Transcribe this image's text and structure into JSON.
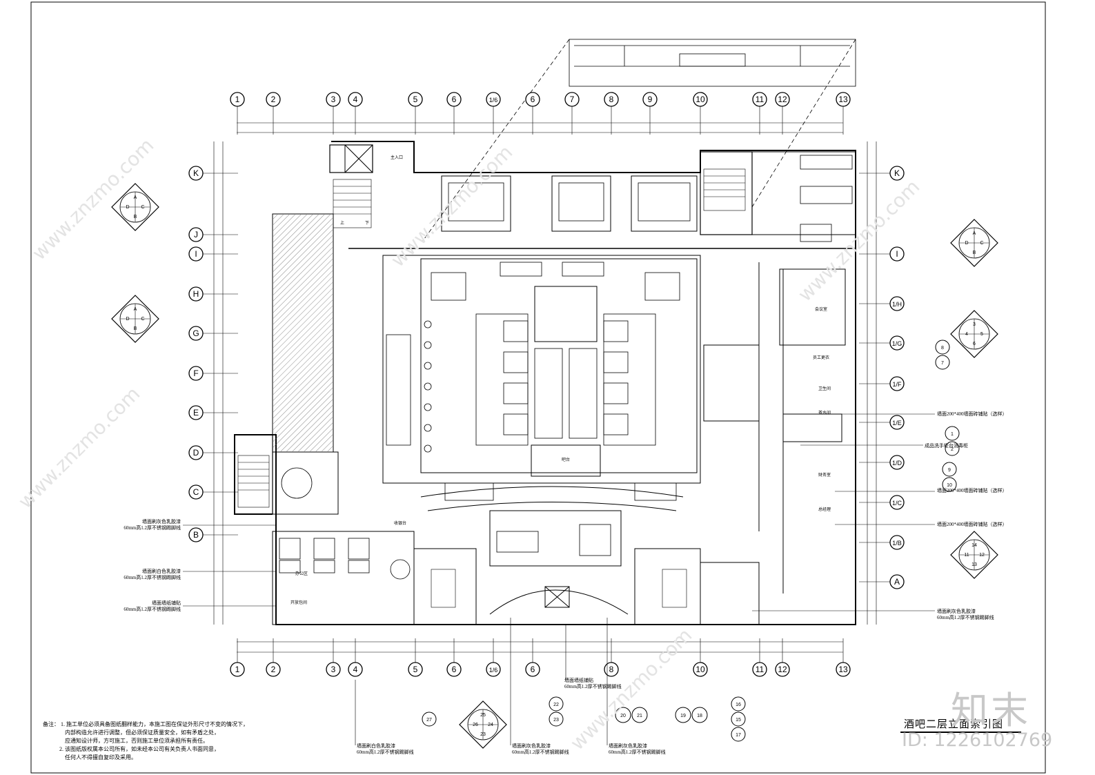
{
  "drawing": {
    "title": "酒吧二层立面索引图",
    "grid_columns": [
      "1",
      "2",
      "3",
      "4",
      "5",
      "6",
      "1/6",
      "6",
      "7",
      "8",
      "9",
      "10",
      "11",
      "12",
      "13"
    ],
    "grid_columns_bottom": [
      "1",
      "2",
      "3",
      "4",
      "5",
      "6",
      "1/6",
      "6",
      "8",
      "10",
      "11",
      "12",
      "13"
    ],
    "grid_rows_left": [
      "K",
      "J",
      "I",
      "H",
      "G",
      "F",
      "E",
      "D",
      "C",
      "B"
    ],
    "grid_rows_right": [
      "K",
      "I",
      "1/H",
      "1/G",
      "1/F",
      "1/E",
      "1/D",
      "1/C",
      "1/B",
      "A"
    ],
    "elevation_markers": {
      "left_top": [
        "A",
        "D",
        "C",
        "B"
      ],
      "left_mid": [
        "A",
        "D",
        "C",
        "B"
      ],
      "right_top": [
        "A",
        "D",
        "C",
        "B"
      ],
      "right_mid": [
        "3",
        "4",
        "5",
        "6"
      ],
      "right_small_1": [
        "8",
        "7"
      ],
      "right_pair": [
        "1",
        "2"
      ],
      "right_10": [
        "9",
        "10"
      ],
      "right_bottom": [
        "14",
        "11",
        "12",
        "13"
      ],
      "bottom_27": [
        "27"
      ],
      "bottom_group_a": [
        "25",
        "26",
        "24",
        "23"
      ],
      "bottom_group_b": [
        "22",
        "23"
      ],
      "bottom_group_c": [
        "20",
        "21"
      ],
      "bottom_group_d": [
        "19",
        "18"
      ],
      "bottom_group_e": [
        "16",
        "15",
        "17"
      ]
    },
    "callouts_left": [
      {
        "line1": "墙面刷灰色乳胶漆",
        "line2": "60mm高1.2厚不锈钢踢脚线"
      },
      {
        "line1": "墙面刷白色乳胶漆",
        "line2": "60mm高1.2厚不锈钢踢脚线"
      },
      {
        "line1": "墙面墙纸铺贴",
        "line2": "60mm高1.2厚不锈钢踢脚线"
      }
    ],
    "callouts_right": [
      {
        "line1": "墙面200*400墙面砖铺贴（选样）"
      },
      {
        "line1": "成品洗手柜台消毒柜"
      },
      {
        "line1": "墙面200*400墙面砖铺贴（选样）"
      },
      {
        "line1": "墙面200*400墙面砖铺贴（选样）"
      },
      {
        "line1": "墙面刷灰色乳胶漆",
        "line2": "60mm高1.2厚不锈钢踢脚线"
      }
    ],
    "callouts_bottom": [
      {
        "line1": "墙面刷白色乳胶漆",
        "line2": "60mm高1.2厚不锈钢踢脚线"
      },
      {
        "line1": "墙面刷灰色乳胶漆",
        "line2": "60mm高1.2厚不锈钢踢脚线"
      },
      {
        "line1": "墙面墙纸铺贴",
        "line2": "60mm高1.2厚不锈钢踢脚线"
      },
      {
        "line1": "墙面刷灰色乳胶漆",
        "line2": "60mm高1.2厚不锈钢踢脚线"
      }
    ],
    "room_labels": [
      "主入口",
      "上",
      "下",
      "办公区",
      "开放包间",
      "吧台",
      "收银台",
      "茶水间",
      "会议室",
      "卫生间",
      "员工更衣",
      "财务室",
      "总经理"
    ]
  },
  "notes": {
    "label": "备注：",
    "items": [
      "1. 施工单位必须具备图纸翻样能力，本施工图在保证外形尺寸不变的情况下，",
      "内部构造允许进行调整，但必须保证质量安全，如有矛盾之处，",
      "应通知设计师，方可施工，否则施工单位须承担所有责任。",
      "2. 该图纸版权属本公司所有，如未经本公司有关负责人书面同意，",
      "任何人不得擅自复印及采用。"
    ]
  },
  "watermark": {
    "brand": "知末",
    "id": "ID: 1226102769",
    "site": "www.znzmo.com"
  }
}
